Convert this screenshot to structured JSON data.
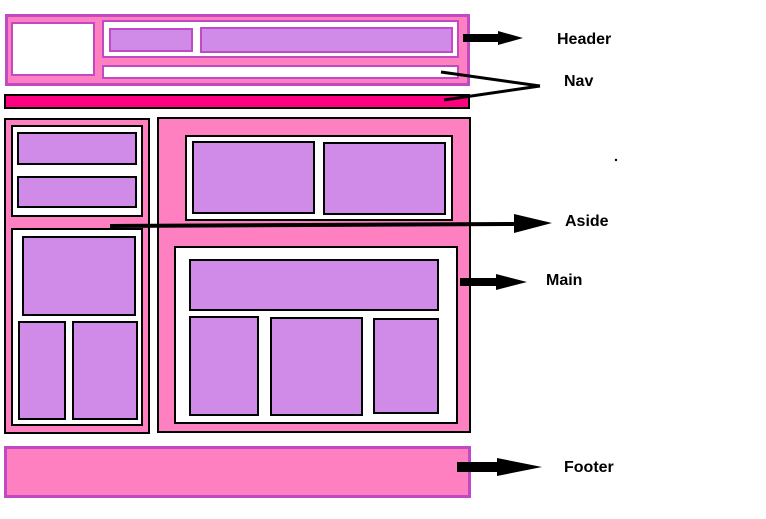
{
  "labels": {
    "header": "Header",
    "nav": "Nav",
    "aside": "Aside",
    "main": "Main",
    "footer": "Footer"
  },
  "colors": {
    "pink": "#ff80c0",
    "lavender": "#d08ae8",
    "nav_bar": "#ff0080",
    "magenta_border": "#c14ac4",
    "black": "#000000"
  }
}
